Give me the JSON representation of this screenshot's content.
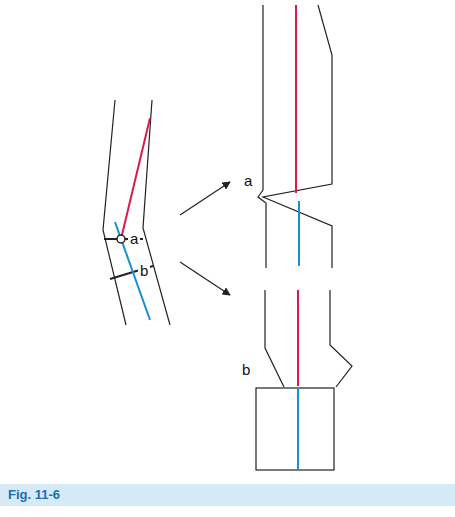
{
  "diagram": {
    "caption": "Fig. 11-6",
    "labels": [
      "a",
      "b",
      "a",
      "b"
    ]
  }
}
